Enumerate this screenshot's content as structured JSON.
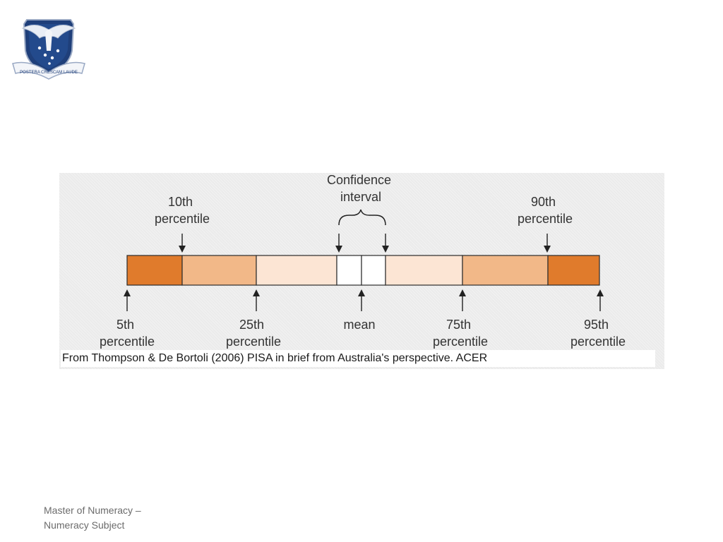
{
  "logo": {
    "icon": "university-crest-icon",
    "motto": "POSTERA CRESCAM LAUDE"
  },
  "diagram": {
    "title_lines": [
      "Confidence",
      "interval"
    ],
    "top_labels": [
      {
        "lines": [
          "10th",
          "percentile"
        ]
      },
      {
        "lines": [
          "90th",
          "percentile"
        ]
      }
    ],
    "bottom_labels": [
      {
        "lines": [
          "5th",
          "percentile"
        ]
      },
      {
        "lines": [
          "25th",
          "percentile"
        ]
      },
      {
        "lines": [
          "mean"
        ]
      },
      {
        "lines": [
          "75th",
          "percentile"
        ]
      },
      {
        "lines": [
          "95th",
          "percentile"
        ]
      }
    ],
    "colors": {
      "dark": "#e07b2c",
      "medium": "#f2b888",
      "light": "#fce5d4",
      "white": "#ffffff",
      "outline": "#2b2b2b"
    }
  },
  "caption": "From Thompson & De Bortoli (2006) PISA in brief from Australia's perspective. ACER",
  "footer": {
    "line1": "Master of Numeracy –",
    "line2": "Numeracy Subject"
  }
}
